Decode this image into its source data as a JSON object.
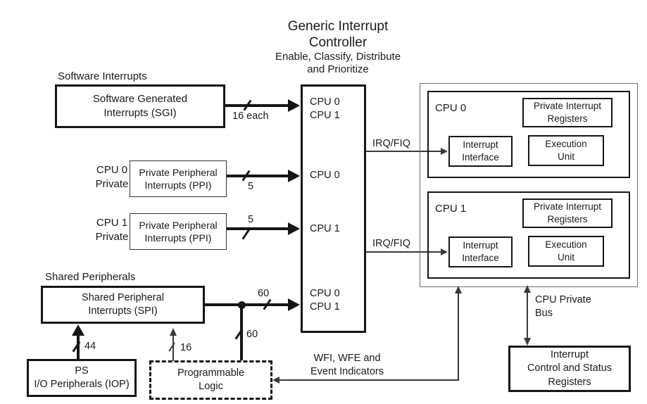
{
  "title": {
    "line1": "Generic Interrupt",
    "line2": "Controller",
    "line3": "Enable, Classify, Distribute",
    "line4": "and Prioritize"
  },
  "left_section": {
    "software_interrupts_label": "Software Interrupts",
    "sgi_box": {
      "line1": "Software Generated",
      "line2": "Interrupts (SGI)"
    },
    "sgi_width": "16 each",
    "cpu0_private_label": {
      "line1": "CPU 0",
      "line2": "Private"
    },
    "ppi0_box": {
      "line1": "Private Peripheral",
      "line2": "Interrupts (PPI)"
    },
    "ppi0_width": "5",
    "cpu1_private_label": {
      "line1": "CPU 1",
      "line2": "Private"
    },
    "ppi1_box": {
      "line1": "Private Peripheral",
      "line2": "Interrupts (PPI)"
    },
    "ppi1_width": "5",
    "shared_peripherals_label": "Shared Peripherals",
    "spi_box": {
      "line1": "Shared Peripheral",
      "line2": "Interrupts (SPI)"
    },
    "spi_to_gic_width": "60",
    "spi_to_pl_width": "60",
    "iop_box": {
      "line1": "PS",
      "line2": "I/O Peripherals (IOP)"
    },
    "iop_width": "44",
    "pl_box": {
      "line1": "Programmable",
      "line2": "Logic"
    },
    "pl_width": "16"
  },
  "gic": {
    "port_sgi": {
      "line1": "CPU 0",
      "line2": "CPU 1"
    },
    "port_ppi0": "CPU 0",
    "port_ppi1": "CPU 1",
    "port_spi": {
      "line1": "CPU 0",
      "line2": "CPU 1"
    }
  },
  "interconnect": {
    "irq_fiq_cpu0": "IRQ/FIQ",
    "irq_fiq_cpu1": "IRQ/FIQ",
    "wfi_wfe": {
      "line1": "WFI, WFE and",
      "line2": "Event Indicators"
    },
    "cpu_private_bus": {
      "line1": "CPU Private",
      "line2": "Bus"
    }
  },
  "right_section": {
    "cpu0": {
      "title": "CPU 0",
      "private_interrupt_registers": {
        "line1": "Private Interrupt",
        "line2": "Registers"
      },
      "interrupt_interface": {
        "line1": "Interrupt",
        "line2": "Interface"
      },
      "execution_unit": {
        "line1": "Execution",
        "line2": "Unit"
      }
    },
    "cpu1": {
      "title": "CPU 1",
      "private_interrupt_registers": {
        "line1": "Private Interrupt",
        "line2": "Registers"
      },
      "interrupt_interface": {
        "line1": "Interrupt",
        "line2": "Interface"
      },
      "execution_unit": {
        "line1": "Execution",
        "line2": "Unit"
      }
    },
    "icsr_box": {
      "line1": "Interrupt",
      "line2": "Control and Status",
      "line3": "Registers"
    }
  },
  "colors": {
    "ink": "#151515",
    "thin_ink": "#3a3a3a",
    "panel_border": "#6e6e6e"
  }
}
